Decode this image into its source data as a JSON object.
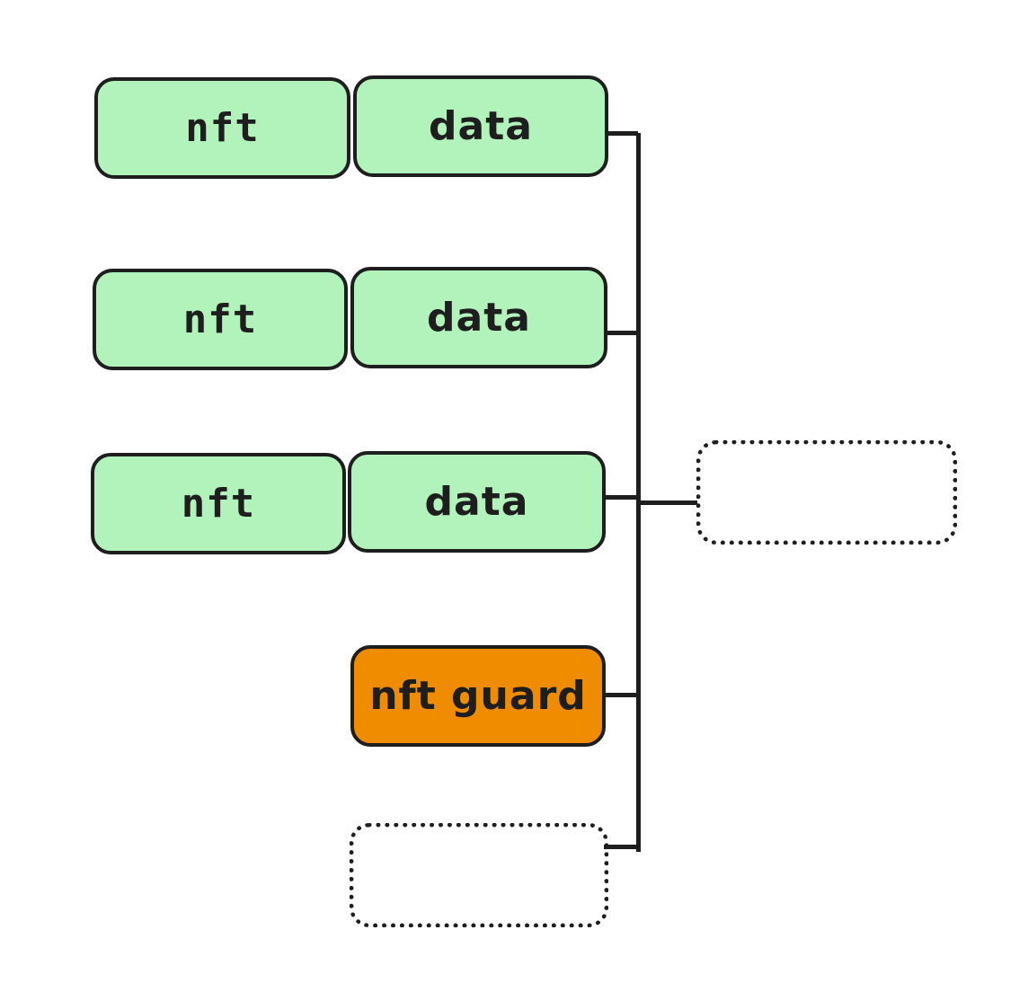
{
  "diagram": {
    "rows": [
      {
        "key_label": "nft",
        "value_label": "data"
      },
      {
        "key_label": "nft",
        "value_label": "data"
      },
      {
        "key_label": "nft",
        "value_label": "data"
      }
    ],
    "guard": {
      "label": "nft guard"
    }
  },
  "colors": {
    "stroke": "#1e1e1e",
    "green_fill": "#b2f2bb",
    "orange_fill": "#f08c00",
    "background": "#ffffff"
  }
}
